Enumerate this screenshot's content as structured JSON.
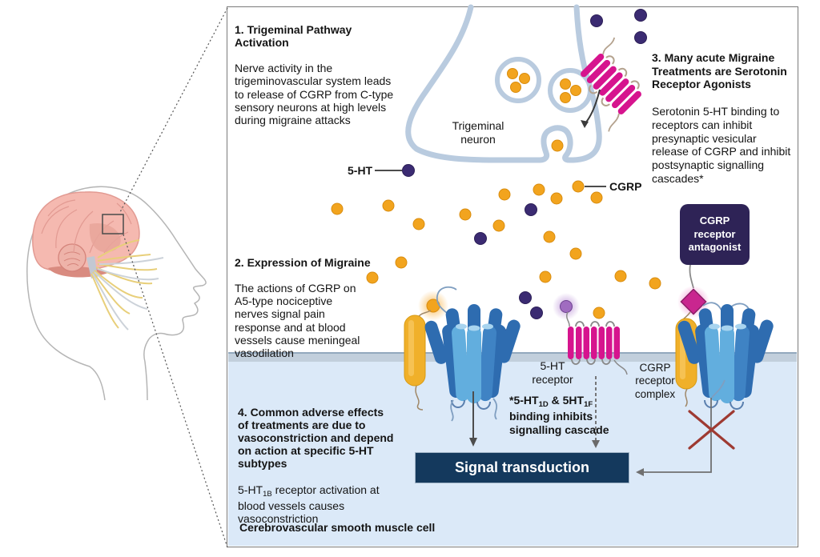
{
  "colors": {
    "membrane_outline": "#b9cbdf",
    "membrane_band": "#c2cfdc",
    "cell_fill": "#dbe9f8",
    "magenta": "#d6148e",
    "orange": "#f2a41e",
    "purple": "#3b2b72",
    "navy": "#2e2356",
    "signal_navy": "#14395d",
    "yellow": "#f0b02a",
    "blue_dark": "#2e6cb0",
    "blue_mid": "#3f83c4",
    "blue_light": "#62aede",
    "red_x": "#9e3a32",
    "brain_pink": "#f5b9b0",
    "nerve_yellow": "#e8cf7a"
  },
  "blocks": {
    "b1": {
      "title": "1. Trigeminal Pathway\nActivation",
      "body": "Nerve activity in the\ntrigeminovascular system leads\nto release of CGRP from C-type\nsensory neurons at high levels\nduring migraine attacks"
    },
    "b2": {
      "title": "2. Expression of Migraine",
      "body": "The actions of CGRP on\nA5-type nociceptive\nnerves signal pain\nresponse and at blood\nvessels cause meningeal\nvasodilation"
    },
    "b3": {
      "title": "3. Many acute Migraine\nTreatments are Serotonin\nReceptor Agonists",
      "body": "Serotonin 5-HT binding to\nreceptors can inhibit\npresynaptic vesicular\nrelease of CGRP and inhibit\npostsynaptic signalling\ncascades*"
    },
    "b4": {
      "title": "4. Common adverse effects\nof treatments are due to\nvasoconstriction and depend\non action at specific 5-HT\nsubtypes",
      "body_pre": "5-HT",
      "body_sub": "1B",
      "body_post": " receptor activation at\nblood vessels causes\nvasoconstriction"
    }
  },
  "labels": {
    "trigeminal_neuron": "Trigeminal\nneuron",
    "serotonin": "5-HT",
    "cgrp": "CGRP",
    "cgrp_antagonist": "CGRP\nreceptor\nantagonist",
    "five_ht_receptor": "5-HT\nreceptor",
    "cgrp_receptor_complex": "CGRP\nreceptor\ncomplex",
    "signal_transduction": "Signal transduction",
    "smooth_muscle": "Cerebrovascular smooth muscle cell",
    "binding_note": {
      "p1": "*5-HT",
      "s1": "1D",
      "p2": " & 5HT",
      "s2": "1F",
      "p3": "\nbinding inhibits\nsignalling cascade"
    }
  }
}
